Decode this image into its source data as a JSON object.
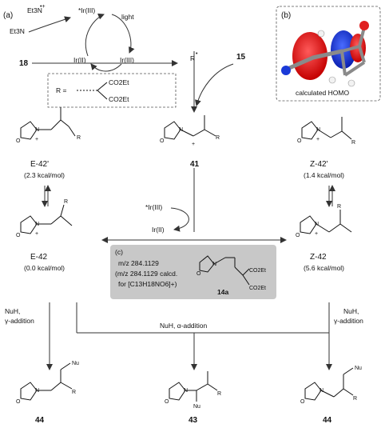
{
  "panel_a": "(a)",
  "panel_b": "(b)",
  "panel_c": "(c)",
  "cycle": {
    "et3n_top": "Et3N",
    "et3n_cation": "Et3N",
    "ir3_star": "*Ir(III)",
    "light": "light",
    "ir2": "Ir(II)",
    "ir3": "Ir(III)"
  },
  "compound_18": "18",
  "compound_15": "15",
  "radical_label": "R",
  "r_def": {
    "r_eq": "R =",
    "co2et_1": "CO2Et",
    "co2et_2": "CO2Et"
  },
  "homo_caption": "calculated HOMO",
  "structures": {
    "e42p_label": "E-42'",
    "e42p_energy": "(2.3 kcal/mol)",
    "c41_label": "41",
    "z42p_label": "Z-42'",
    "z42p_energy": "(1.4 kcal/mol)",
    "e42_label": "E-42",
    "e42_energy": "(0.0 kcal/mol)",
    "z42_label": "Z-42",
    "z42_energy": "(5.6 kcal/mol)"
  },
  "cycle2": {
    "ir3_star": "*Ir(III)",
    "ir2": "Ir(II)"
  },
  "ms_box": {
    "line1": "m/z 284.1129",
    "line2": "(m/z 284.1129 calcd.",
    "line3": "for [C13H18NO6]+)",
    "compound": "14a",
    "co2et_1": "CO2Et",
    "co2et_2": "CO2Et"
  },
  "additions": {
    "left": "NuH,",
    "left_gamma": "γ-addition",
    "center": "NuH, α-addition",
    "right": "NuH,",
    "right_gamma": "γ-addition"
  },
  "atoms": {
    "O": "O",
    "N": "N",
    "R": "R",
    "Nu": "Nu",
    "plus": "+"
  },
  "products": {
    "p44_left": "44",
    "p43": "43",
    "p44_right": "44"
  }
}
